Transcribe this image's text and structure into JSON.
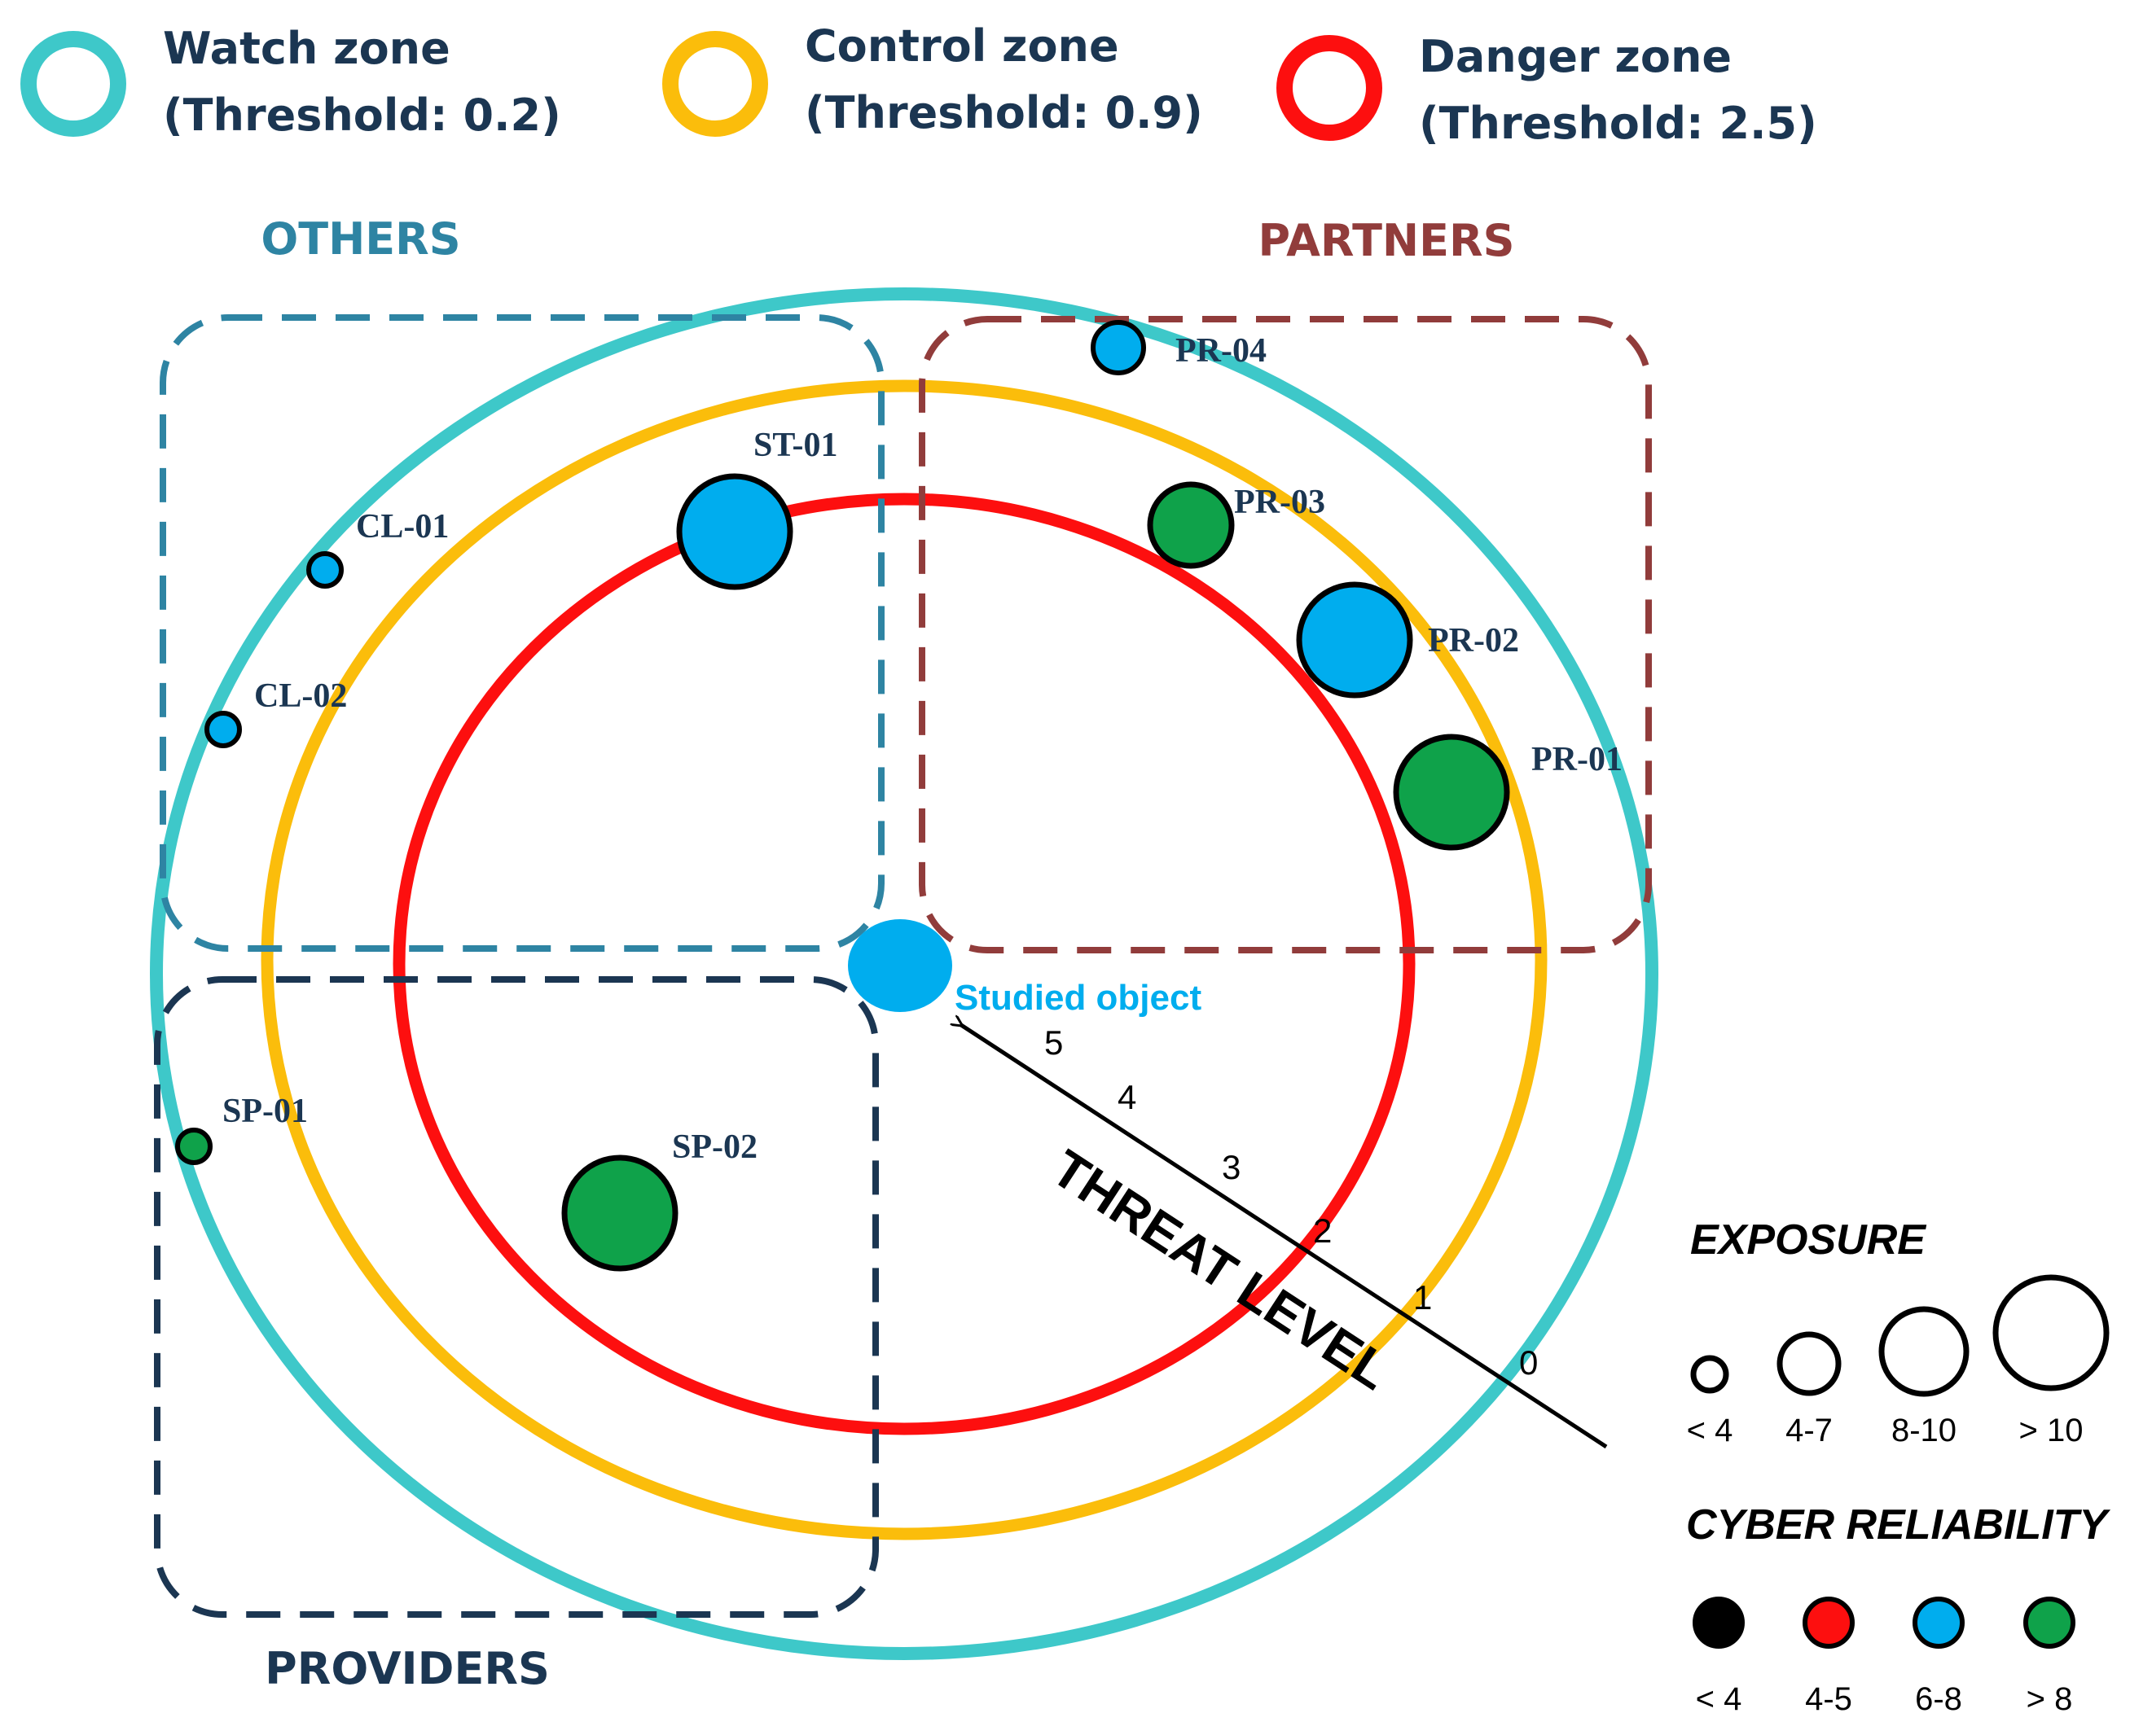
{
  "colors": {
    "watch": "#3ec8c9",
    "control": "#fbbd0b",
    "danger": "#fd0f0f",
    "others": "#2e84a3",
    "partners": "#913c3b",
    "providers": "#1b3652",
    "blue_node": "#00adee",
    "green_node": "#0fa24a"
  },
  "zones_legend": [
    {
      "line1": "Watch zone",
      "line2": "(Threshold: 0.2)"
    },
    {
      "line1": "Control zone",
      "line2": "(Threshold: 0.9)"
    },
    {
      "line1": "Danger zone",
      "line2": "(Threshold: 2.5)"
    }
  ],
  "groups": {
    "others": "OTHERS",
    "partners": "PARTNERS",
    "providers": "PROVIDERS"
  },
  "nodes": [
    {
      "id": "ST-01",
      "color": "blue"
    },
    {
      "id": "PR-04",
      "color": "blue"
    },
    {
      "id": "PR-03",
      "color": "green"
    },
    {
      "id": "PR-02",
      "color": "blue"
    },
    {
      "id": "PR-01",
      "color": "green"
    },
    {
      "id": "CL-01",
      "color": "blue"
    },
    {
      "id": "CL-02",
      "color": "blue"
    },
    {
      "id": "SP-01",
      "color": "green"
    },
    {
      "id": "SP-02",
      "color": "green"
    }
  ],
  "studied_object": "Studied object",
  "threat": {
    "label": "THREAT LEVEL",
    "levels": [
      "5",
      "4",
      "3",
      "2",
      "1",
      "0"
    ]
  },
  "exposure": {
    "title": "EXPOSURE",
    "labels": [
      "< 4",
      "4-7",
      "8-10",
      "> 10"
    ]
  },
  "reliability": {
    "title": "CYBER RELIABILITY",
    "labels": [
      "< 4",
      "4-5",
      "6-8",
      "> 8"
    ],
    "colors": [
      "#000000",
      "#fd0f0f",
      "#00adee",
      "#0fa24a"
    ]
  }
}
